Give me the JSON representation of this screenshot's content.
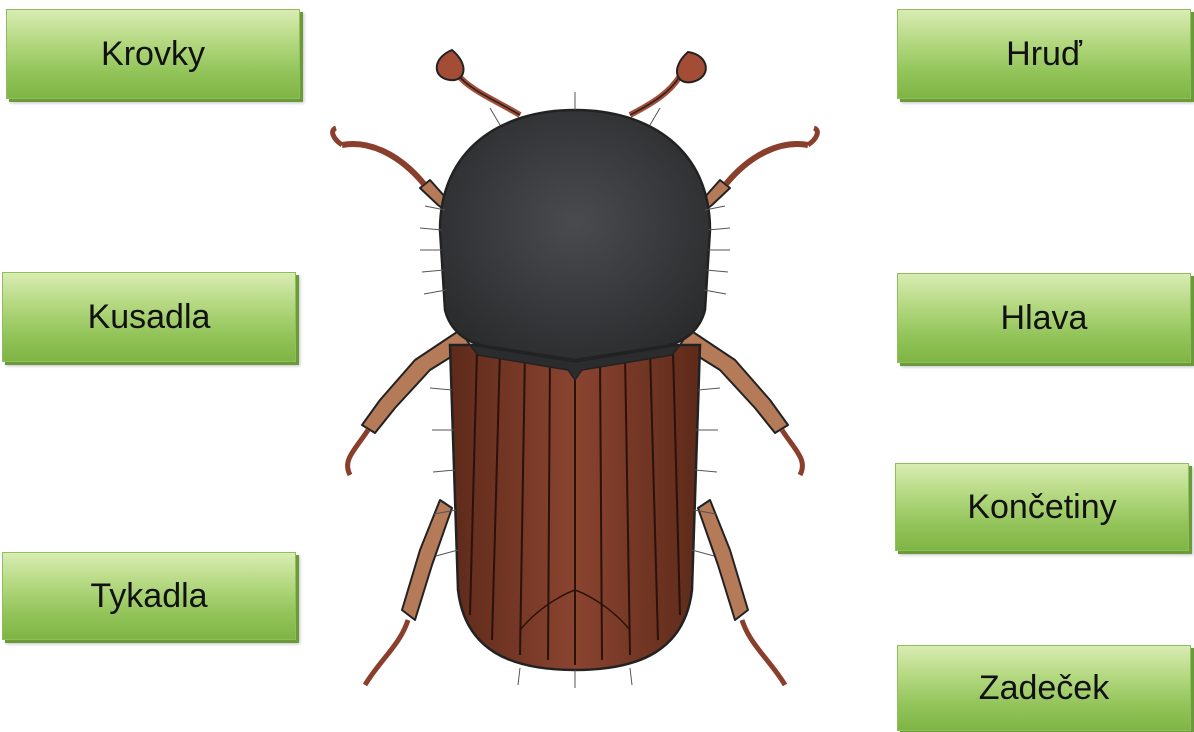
{
  "labels": {
    "krovky": "Krovky",
    "kusadla": "Kusadla",
    "tykadla": "Tykadla",
    "hrud": "Hruď",
    "hlava": "Hlava",
    "koncetiny": "Končetiny",
    "zadecek": "Zadeček"
  },
  "colors": {
    "box_gradient_top": "#d9ecb3",
    "box_gradient_bottom": "#7fb545",
    "pronotum": "#3a3b3d",
    "elytra": "#7a3a24",
    "legs": "#a86a4a"
  }
}
